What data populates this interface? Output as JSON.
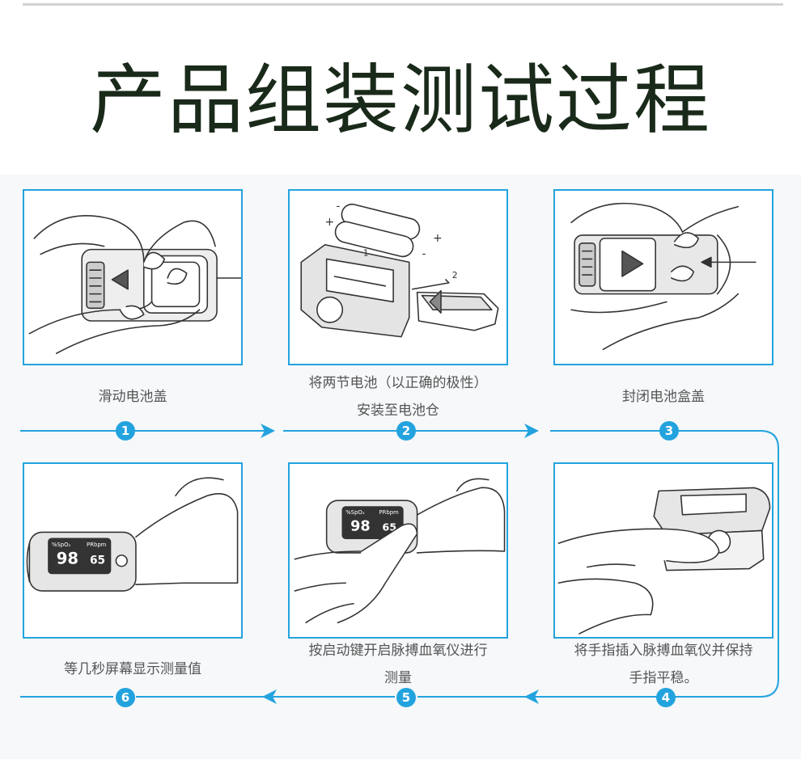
{
  "title": "产品组装测试过程",
  "colors": {
    "accent": "#23a3de",
    "title": "#1a2a1a",
    "caption": "#555555"
  },
  "steps": [
    {
      "number": "1",
      "caption_lines": [
        "滑动电池盖"
      ]
    },
    {
      "number": "2",
      "caption_lines": [
        "将两节电池（以正确的极性）",
        "安装至电池仓"
      ]
    },
    {
      "number": "3",
      "caption_lines": [
        "封闭电池盒盖"
      ]
    },
    {
      "number": "4",
      "caption_lines": [
        "将手指插入脉搏血氧仪并保持",
        "手指平稳。"
      ]
    },
    {
      "number": "5",
      "caption_lines": [
        "按启动键开启脉搏血氧仪进行",
        "测量"
      ]
    },
    {
      "number": "6",
      "caption_lines": [
        "等几秒屏幕显示测量值"
      ]
    }
  ],
  "illustration_labels": {
    "battery_plus": "+",
    "battery_minus": "-",
    "label_1": "1",
    "label_2": "2",
    "spo2_header": "%SpO₂",
    "pr_header": "PRbpm",
    "spo2_value": "98",
    "pr_value": "65"
  }
}
